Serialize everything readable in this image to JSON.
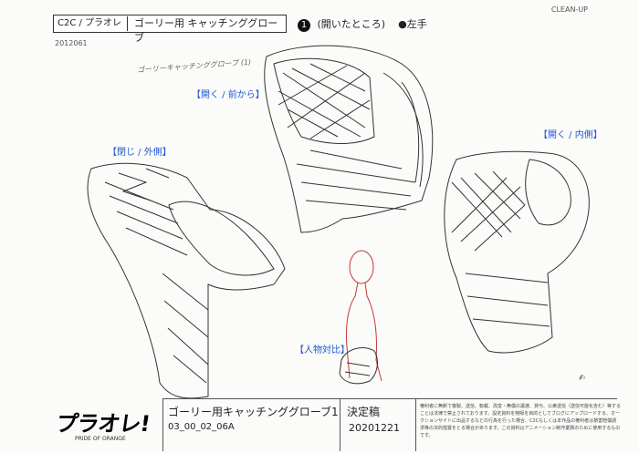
{
  "header": {
    "tag": "C2C / プラオレ",
    "title": "ゴーリー用 キャッチンググローブ",
    "number": "1",
    "state": "(開いたところ)",
    "hand": "●左手",
    "clean": "CLEAN-UP"
  },
  "code": "2012061",
  "sub_note": "ゴーリーキャッチンググローブ (1)",
  "labels": {
    "open_front": "【開く / 前から】",
    "closed_outside": "【閉じ / 外側】",
    "open_inside": "【開く / 内側】",
    "scale": "【人物対比】"
  },
  "footer": {
    "logo": "プラオレ!",
    "logo_sub": "PRIDE OF ORANGE",
    "title": "ゴーリー用キャッチンググローブ1",
    "code": "03_00_02_06A",
    "final": "決定稿",
    "date": "20201221",
    "fine_print": "権利者に無断で複製、送信、転載、改変・無償の譲渡、貸与、公衆送信（送信可能化含む）等することは法律で禁止されております。設定資料を物販を目的としてブログにアップロードする、オークションサイトに出品するなどの行為を行った場合、C2Cもしくは本作品の権利者は損害賠償請求等の法的措置をとる場合があります。この資料はアニメーション制作業務のために使用するものです。"
  }
}
